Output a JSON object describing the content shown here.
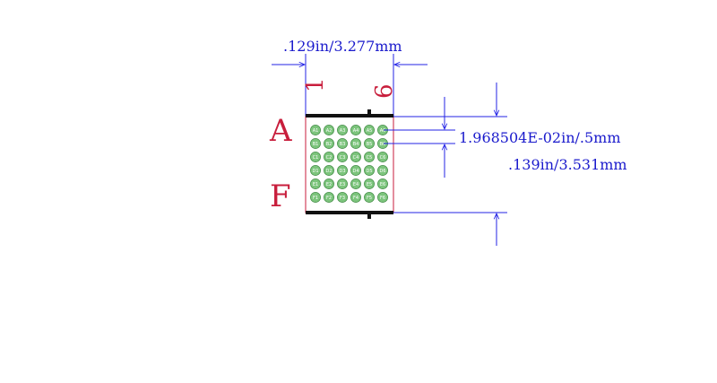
{
  "dimensions": {
    "width_label": ".129in/3.277mm",
    "pitch_label": "1.968504E-02in/.5mm",
    "height_label": ".139in/3.531mm"
  },
  "column_labels": {
    "first": "1",
    "last": "6"
  },
  "row_labels": {
    "first": "A",
    "last": "F"
  },
  "pins": [
    [
      "A1",
      "A2",
      "A3",
      "A4",
      "A5",
      "A6"
    ],
    [
      "B1",
      "B2",
      "B3",
      "B4",
      "B5",
      "B6"
    ],
    [
      "C1",
      "C2",
      "C3",
      "C4",
      "C5",
      "C6"
    ],
    [
      "D1",
      "D2",
      "D3",
      "D4",
      "D5",
      "D6"
    ],
    [
      "E1",
      "E2",
      "E3",
      "E4",
      "E5",
      "E6"
    ],
    [
      "F1",
      "F2",
      "F3",
      "F4",
      "F5",
      "F6"
    ]
  ],
  "colors": {
    "dimension": "#1a1acc",
    "label": "#c81e3c",
    "pad_fill": "#7cc47c",
    "pad_stroke": "#2e7d32",
    "body_outline": "#c81e3c",
    "edge_bar": "#111111"
  }
}
